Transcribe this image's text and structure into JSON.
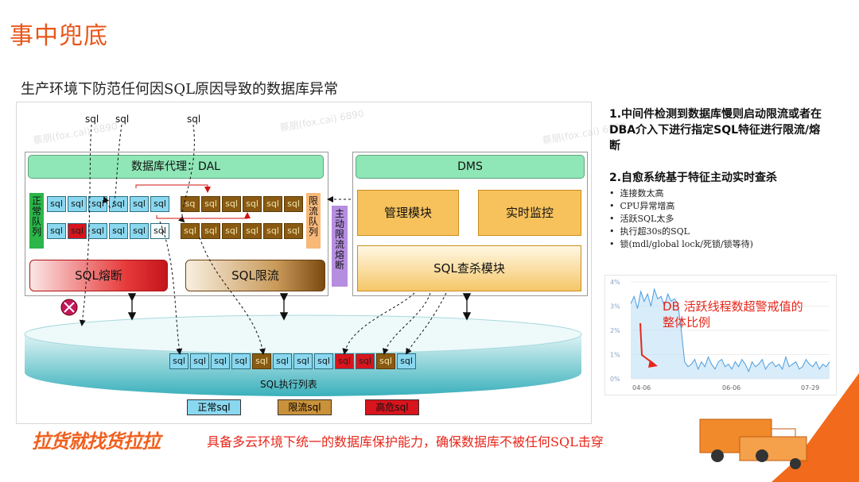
{
  "page": {
    "title": "事中兜底",
    "subtitle": "生产环境下防范任何因SQL原因导致的数据库异常",
    "tagline": "具备多云环境下统一的数据库保护能力，确保数据库不被任何SQL击穿",
    "logo": "拉货就找货拉拉"
  },
  "diagram": {
    "watermark": "蔡朋(fox.cai) 6890",
    "sql_entry_labels": [
      "sql",
      "sql",
      "sql"
    ],
    "dal_title": "数据库代理：DAL",
    "dms_title": "DMS",
    "normal_queue_label": "正常队列",
    "limit_queue_label": "限流队列",
    "active_limit_label": "主动限流熔断",
    "cell_text": "sql",
    "normal_row1": [
      "sql",
      "sql",
      "sql",
      "sql",
      "sql",
      "sql"
    ],
    "normal_row2": [
      "sql",
      "sql",
      "sql",
      "sql",
      "sql",
      "sql"
    ],
    "limit_row1": [
      "sq",
      "sql",
      "sql",
      "sql",
      "sql",
      "sql"
    ],
    "limit_row2": [
      "sql",
      "sql",
      "sql",
      "sql",
      "sql",
      "sql"
    ],
    "sql_fuse": "SQL熔断",
    "sql_limit": "SQL限流",
    "mgmt_module": "管理模块",
    "realtime_monitor": "实时监控",
    "sql_kill_module": "SQL查杀模块",
    "exec_list": [
      "sql",
      "sql",
      "sql",
      "sql",
      "sql",
      "sql",
      "sql",
      "sql",
      "sql",
      "sql",
      "sql",
      "sql"
    ],
    "exec_list_label": "SQL执行列表",
    "legend_normal": "正常sql",
    "legend_limit": "限流sql",
    "legend_danger": "高危sql",
    "colors": {
      "normal": "#8ad8f0",
      "danger": "#d8141c",
      "limited": "#8a5a12",
      "bar": "#8fe6b6",
      "module": "#f7c25c"
    }
  },
  "right": {
    "point1": "1.中间件检测到数据库慢则启动限流或者在DBA介入下进行指定SQL特征进行限流/熔断",
    "point2": "2.自愈系统基于特征主动实时查杀",
    "bullets": [
      "连接数太高",
      "CPU异常增高",
      "活跃SQL太多",
      "执行超30s的SQL",
      "锁(mdl/global lock/死锁/锁等待)"
    ]
  },
  "chart_data": {
    "type": "line",
    "title": "DB 活跃线程数超警戒值的整体比例",
    "x_ticks": [
      "04-06",
      "06-06",
      "07-29"
    ],
    "y_ticks": [
      "0%",
      "1%",
      "2%",
      "3%",
      "4%"
    ],
    "ylim": [
      0,
      4
    ],
    "series": [
      {
        "name": "active_thread_ratio",
        "values": [
          3.1,
          3.4,
          2.9,
          3.6,
          3.2,
          3.5,
          3.0,
          3.7,
          3.3,
          3.4,
          3.0,
          3.5,
          3.2,
          3.3,
          3.1,
          2.0,
          0.7,
          0.5,
          0.6,
          0.8,
          0.4,
          0.7,
          0.5,
          0.9,
          0.6,
          0.4,
          0.7,
          0.8,
          0.5,
          0.6,
          0.4,
          0.7,
          0.5,
          0.8,
          0.6,
          0.3,
          0.7,
          0.5,
          0.6,
          0.8,
          0.4,
          0.6,
          0.7,
          0.5,
          0.6,
          0.4,
          0.9,
          0.5,
          0.6,
          0.7,
          0.4,
          0.5,
          0.8,
          0.6,
          0.5,
          0.7,
          0.4,
          0.6,
          0.5,
          0.7
        ]
      }
    ]
  }
}
